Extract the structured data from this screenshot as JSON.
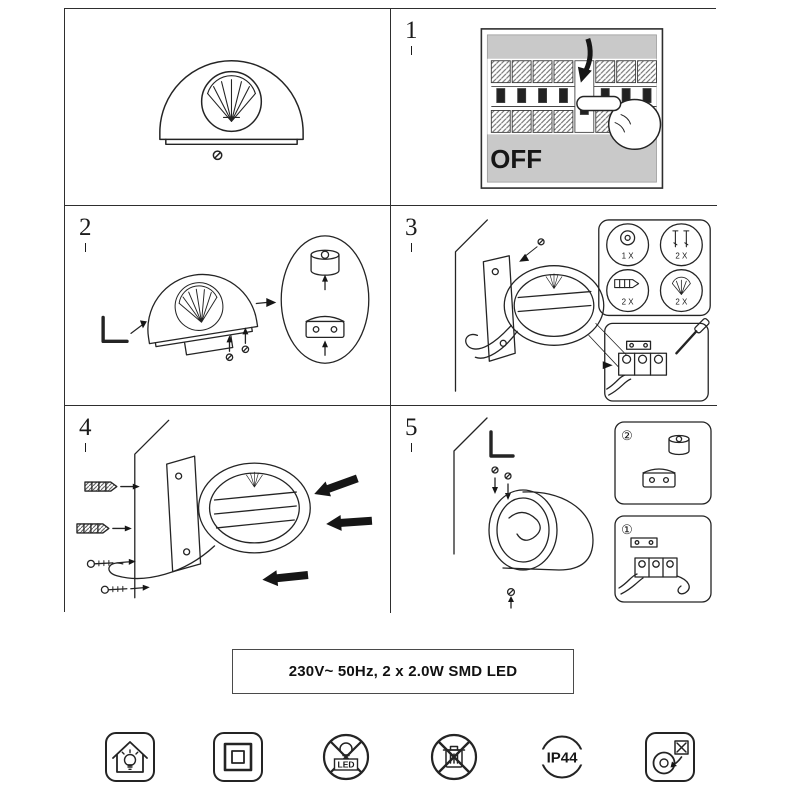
{
  "panels": {
    "step1": {
      "number": "1",
      "off_label": "OFF"
    },
    "step2": {
      "number": "2"
    },
    "step3": {
      "number": "3",
      "parts": [
        {
          "item": "grommet",
          "count": "1 X"
        },
        {
          "item": "screws",
          "count": "2 X"
        },
        {
          "item": "wall-plugs",
          "count": "2 X"
        },
        {
          "item": "shell-covers",
          "count": "2 X"
        }
      ]
    },
    "step4": {
      "number": "4"
    },
    "step5": {
      "number": "5",
      "callout_top": "②",
      "callout_bottom": "①"
    }
  },
  "spec_box": {
    "text": "230V~ 50Hz, 2 x 2.0W SMD LED"
  },
  "footer_icons": [
    {
      "name": "house-bulb-icon",
      "label": ""
    },
    {
      "name": "class-ii-insulation-icon",
      "label": ""
    },
    {
      "name": "led-not-replaceable-icon",
      "label": "LED"
    },
    {
      "name": "crossed-waste-bin-icon",
      "label": ""
    },
    {
      "name": "ip44-rating-icon",
      "label": "IP44"
    },
    {
      "name": "replace-light-source-icon",
      "label": ""
    }
  ]
}
